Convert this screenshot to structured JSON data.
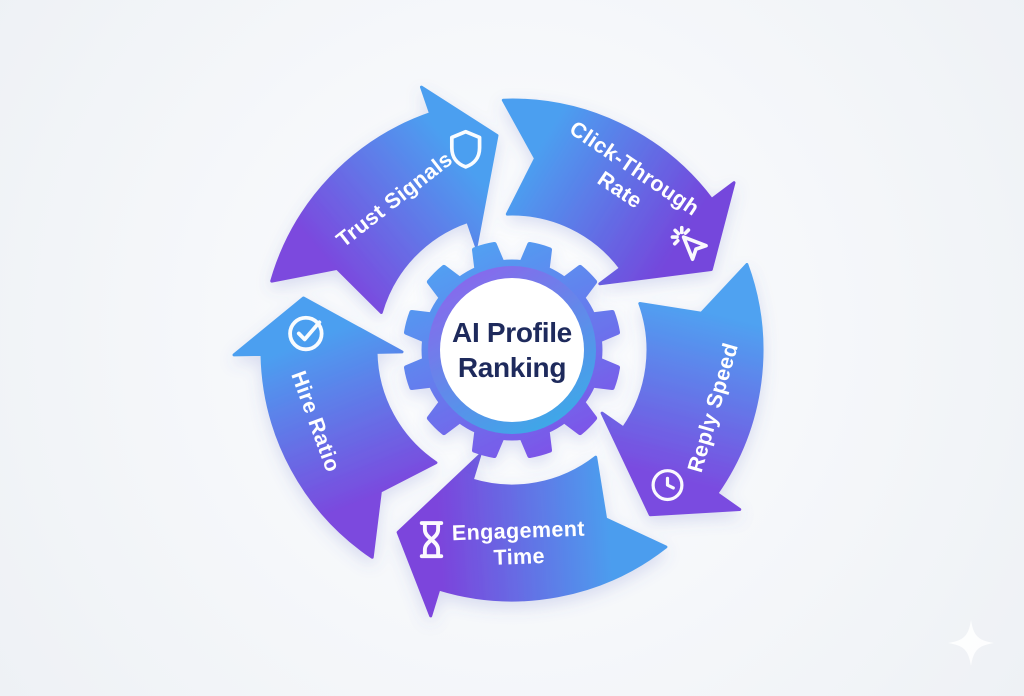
{
  "center": {
    "line1": "AI Profile",
    "line2": "Ranking",
    "text_color": "#1E2A5C"
  },
  "palette": {
    "background": "#F3F5F8",
    "label_text": "#FFFFFF",
    "gear_blue": "#4FA3F2",
    "gear_purple": "#7E52E8",
    "ring_purple": "#8B66EC",
    "ring_blue": "#39ACE8",
    "shadow": "#5C6AC4"
  },
  "steps": [
    {
      "id": "trust-signals",
      "label": "Trust Signals",
      "lines": [
        "Trust Signals"
      ],
      "icon": "shield-icon",
      "gradient_start": "#7B49DE",
      "gradient_end": "#4C9FF0"
    },
    {
      "id": "click-through-rate",
      "label": "Click-Through Rate",
      "lines": [
        "Click-Through",
        "Rate"
      ],
      "icon": "cursor-click-icon",
      "gradient_start": "#4C9FF0",
      "gradient_end": "#7447DC"
    },
    {
      "id": "reply-speed",
      "label": "Reply Speed",
      "lines": [
        "Reply Speed"
      ],
      "icon": "clock-icon",
      "gradient_start": "#4FA2F1",
      "gradient_end": "#7A4CE0"
    },
    {
      "id": "engagement-time",
      "label": "Engagement Time",
      "lines": [
        "Engagement",
        "Time"
      ],
      "icon": "hourglass-icon",
      "gradient_start": "#4C9DEE",
      "gradient_end": "#7B45DC"
    },
    {
      "id": "hire-ratio",
      "label": "Hire Ratio",
      "lines": [
        "Hire Ratio"
      ],
      "icon": "check-circle-icon",
      "gradient_start": "#7B49DE",
      "gradient_end": "#4C9FF0"
    }
  ],
  "watermark": {
    "icon": "sparkle-icon"
  }
}
